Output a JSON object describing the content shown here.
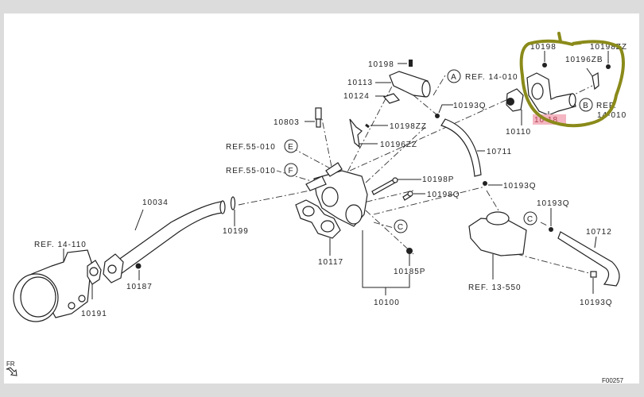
{
  "diagram": {
    "figure_code": "F00257",
    "front_marker": "FR",
    "annotation_color": "#8a8a1a",
    "highlight_color": "#f4b6c2",
    "labels": {
      "p10198_top": "10198",
      "p10113": "10113",
      "p10124": "10124",
      "p10193q_a": "10193Q",
      "ref_a": "REF. 14-010",
      "p10803": "10803",
      "p10198zz_mid": "10198ZZ",
      "p10196zz": "10196ZZ",
      "ref_e": "REF.55-010",
      "ref_f": "REF.55-010",
      "p10711": "10711",
      "p10110": "10110",
      "p10118": "10 18",
      "p10198_right": "10198",
      "p10198zz_right": "10198ZZ",
      "p10196zb": "10196ZB",
      "ref_b_1": "REF.",
      "ref_b_2": "14-010",
      "p10198p": "10198P",
      "p10198q": "10198Q",
      "p10193q_b": "10193Q",
      "p10193q_c": "10193Q",
      "p10193q_d": "10193Q",
      "p10712": "10712",
      "ref_13550": "REF. 13-550",
      "p10034": "10034",
      "p10199": "10199",
      "ref_14110": "REF. 14-110",
      "p10187": "10187",
      "p10191": "10191",
      "p10117": "10117",
      "p10185p": "10185P",
      "p10100": "10100"
    },
    "callouts": {
      "a": "A",
      "b": "B",
      "c1": "C",
      "c2": "C",
      "e": "E",
      "f": "F"
    }
  }
}
